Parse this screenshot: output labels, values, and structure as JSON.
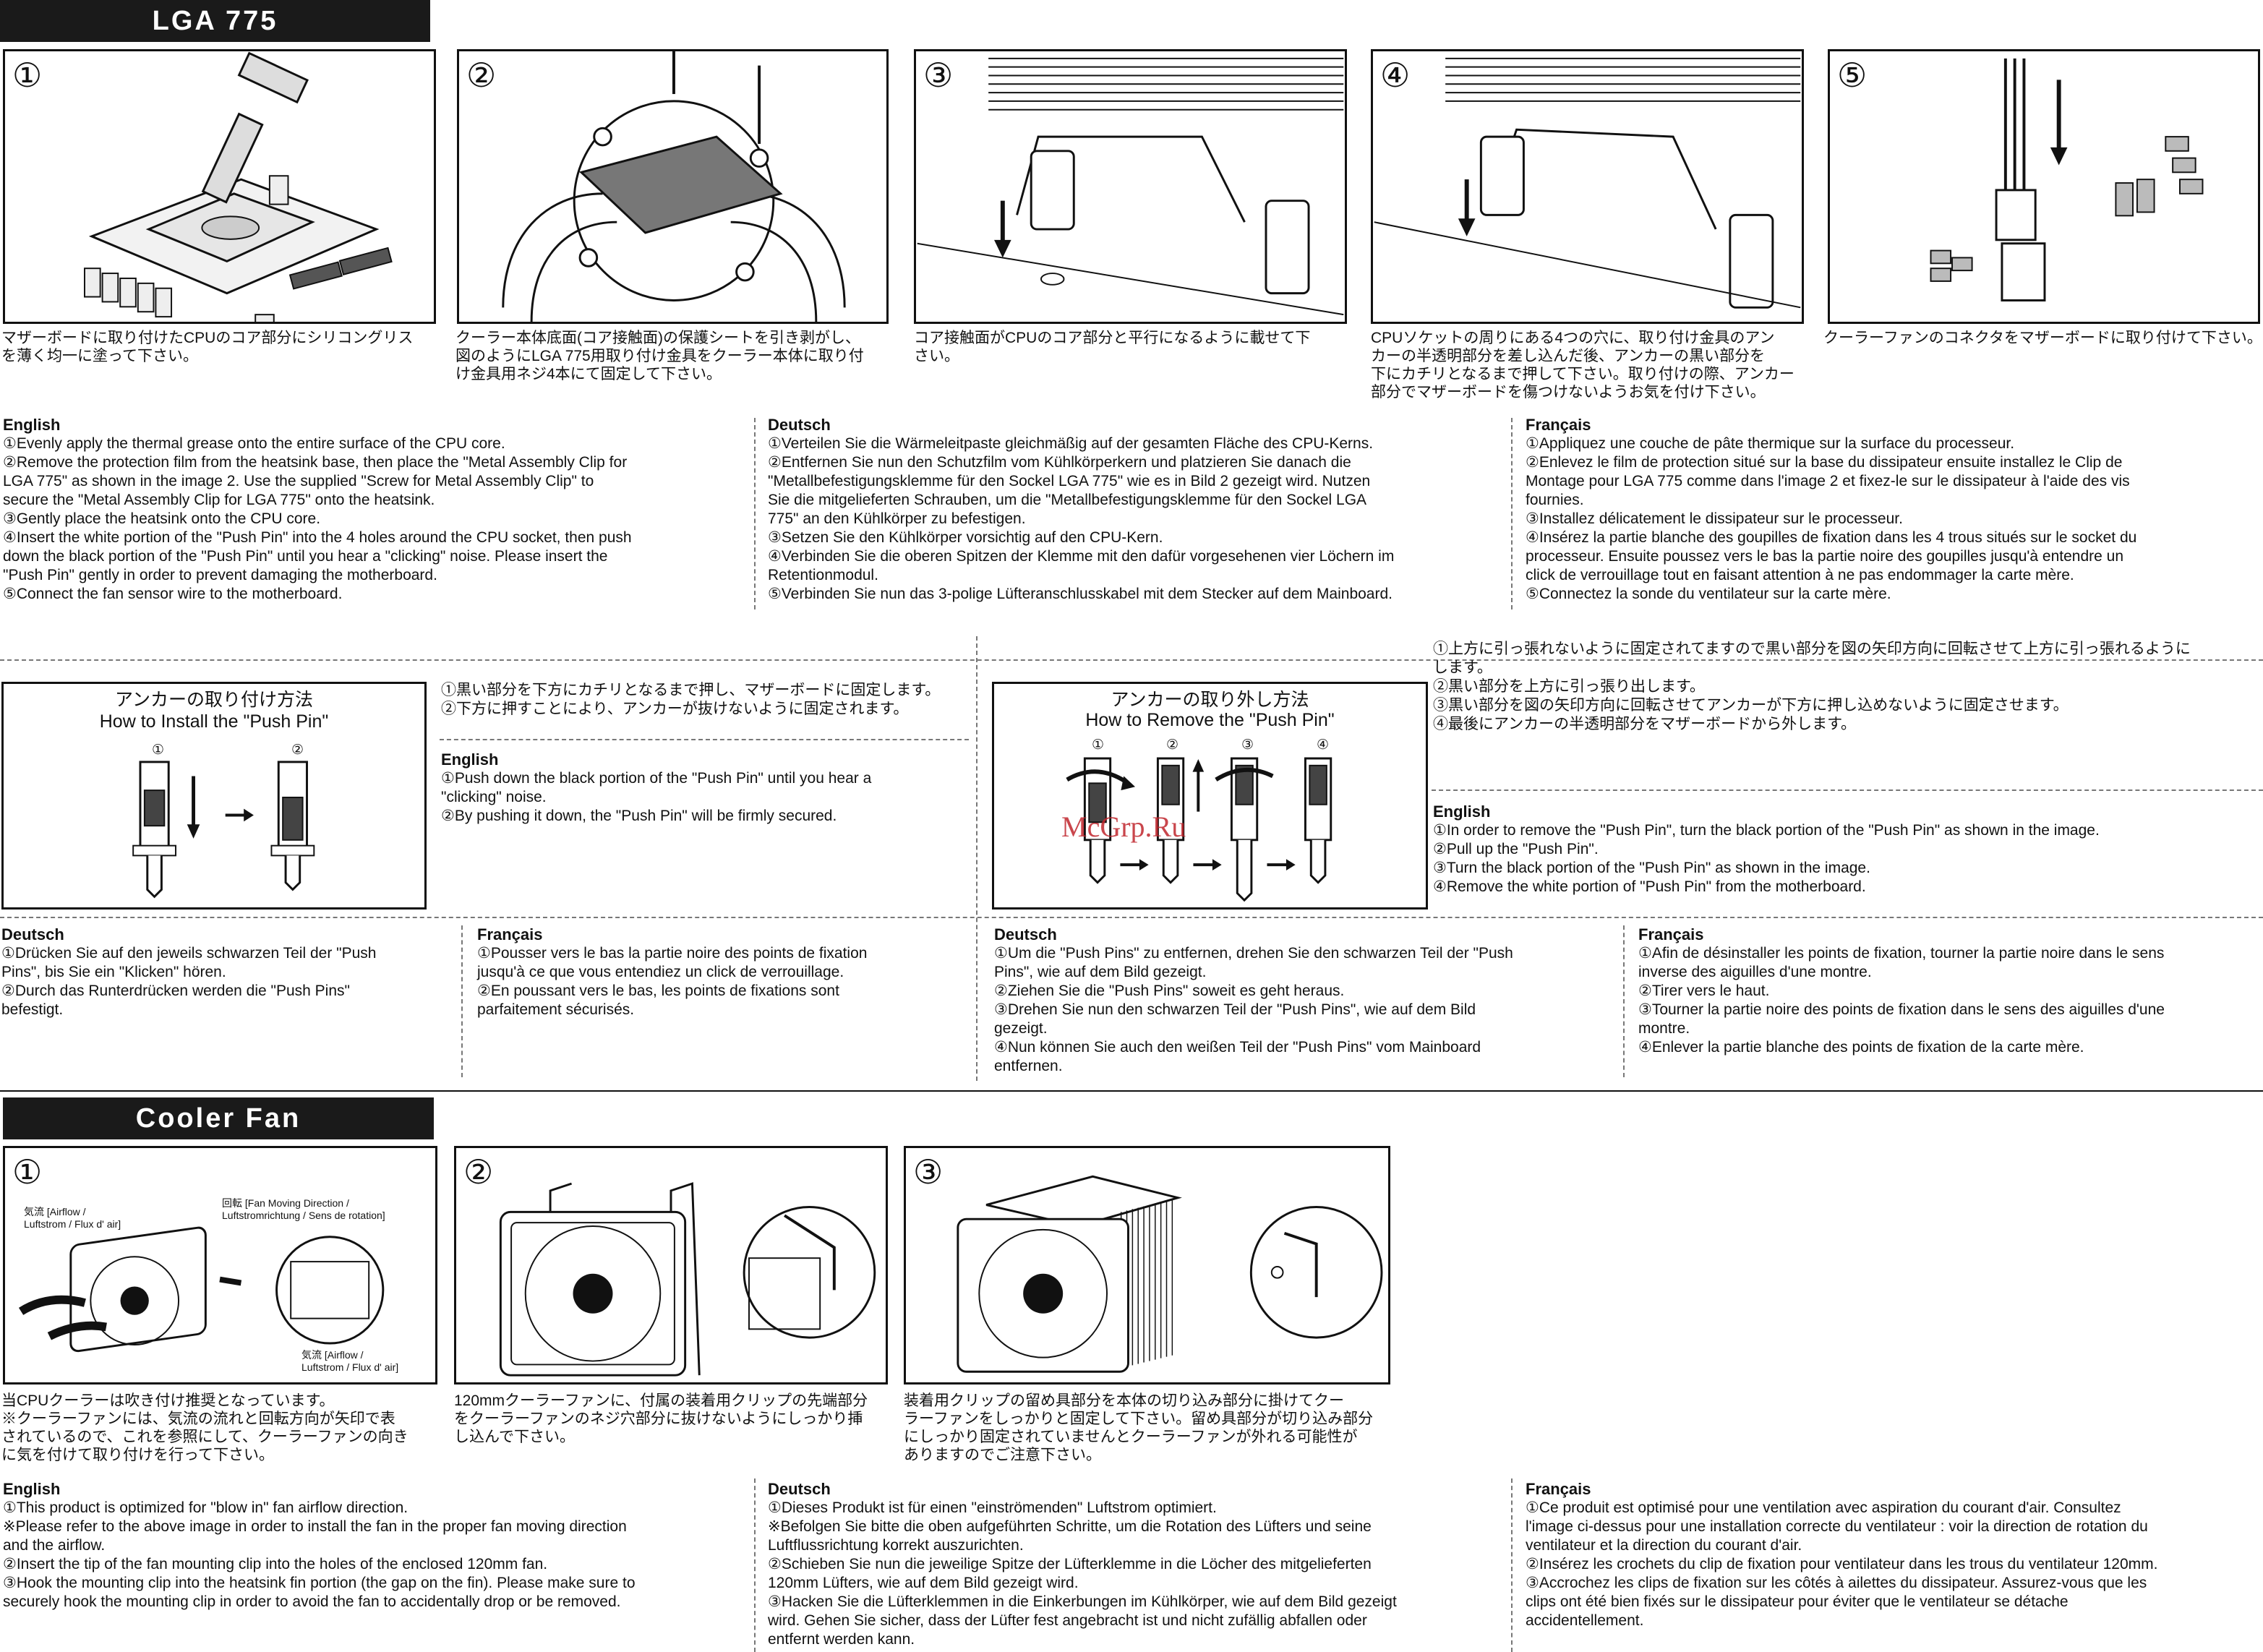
{
  "sections": {
    "lga775": "LGA 775",
    "fan": "Cooler Fan"
  },
  "step_numbers": [
    "①",
    "②",
    "③",
    "④",
    "⑤"
  ],
  "jp_captions": [
    "マザーボードに取り付けたCPUのコア部分にシリコングリス\nを薄く均一に塗って下さい。",
    "クーラー本体底面(コア接触面)の保護シートを引き剥がし、\n図のようにLGA 775用取り付け金具をクーラー本体に取り付\nけ金具用ネジ4本にて固定して下さい。",
    "コア接触面がCPUのコア部分と平行になるように載せて下\nさい。",
    "CPUソケットの周りにある4つの穴に、取り付け金具のアン\nカーの半透明部分を差し込んだ後、アンカーの黒い部分を\n下にカチリとなるまで押して下さい。取り付けの際、アンカー\n部分でマザーボードを傷つけないようお気を付け下さい。",
    "クーラーファンのコネクタをマザーボードに取り付けて下さい。"
  ],
  "install": {
    "english": {
      "label": "English",
      "items": [
        "①Evenly apply the thermal grease onto the entire surface of the CPU core.",
        "②Remove the protection film from the heatsink base, then place the \"Metal Assembly Clip for\n   LGA 775\" as shown in the image 2. Use the supplied \"Screw for Metal Assembly Clip\" to\n   secure the \"Metal Assembly Clip for LGA 775\" onto the heatsink.",
        "③Gently place the heatsink onto the CPU core.",
        "④Insert the white portion of the \"Push Pin\" into the 4 holes around the CPU socket, then push\n   down the black portion of the \"Push Pin\" until you hear a \"clicking\" noise.  Please insert the\n   \"Push Pin\" gently in order to prevent damaging the motherboard.",
        "⑤Connect the fan sensor wire to the motherboard."
      ]
    },
    "deutsch": {
      "label": "Deutsch",
      "items": [
        "①Verteilen Sie die Wärmeleitpaste gleichmäßig auf der gesamten Fläche des CPU-Kerns.",
        "②Entfernen Sie nun den Schutzfilm vom Kühlkörperkern und platzieren Sie danach die\n   \"Metallbefestigungsklemme für den Sockel LGA 775\" wie es in Bild 2 gezeigt wird. Nutzen\n   Sie die mitgelieferten Schrauben, um die \"Metallbefestigungsklemme für den Sockel LGA\n   775\" an den Kühlkörper zu befestigen.",
        "③Setzen Sie den Kühlkörper vorsichtig auf den CPU-Kern.",
        "④Verbinden Sie die oberen Spitzen der Klemme mit den dafür vorgesehenen vier Löchern im\n   Retentionmodul.",
        "⑤Verbinden Sie nun das 3-polige Lüfteranschlusskabel mit dem Stecker auf dem Mainboard."
      ]
    },
    "francais": {
      "label": "Français",
      "items": [
        "①Appliquez une couche de pâte thermique sur la surface du processeur.",
        "②Enlevez le film de protection situé sur la base du dissipateur ensuite installez le Clip de\n   Montage pour LGA 775 comme dans l'image 2 et fixez-le sur le dissipateur à l'aide des vis\n   fournies.",
        "③Installez délicatement le dissipateur sur le processeur.",
        "④Insérez la partie blanche des goupilles de fixation dans les 4 trous situés sur le socket du\n   processeur. Ensuite poussez vers le bas la partie noire des goupilles jusqu'à entendre un\n   click de verrouillage tout en faisant attention à ne pas endommager la carte mère.",
        "⑤Connectez la sonde du ventilateur sur la carte mère."
      ]
    }
  },
  "pushpin_install": {
    "title_jp": "アンカーの取り付け方法",
    "title_en": "How to Install the \"Push Pin\"",
    "fig_labels": [
      "①",
      "②"
    ],
    "jp_items": [
      "①黒い部分を下方にカチリとなるまで押し、マザーボードに固定します。",
      "②下方に押すことにより、アンカーが抜けないように固定されます。"
    ],
    "english_label": "English",
    "english_items": [
      "①Push down the black portion of the \"Push Pin\" until you hear a\n   \"clicking\" noise.",
      "②By pushing it down, the \"Push Pin\" will be firmly secured."
    ],
    "deutsch_label": "Deutsch",
    "deutsch_items": [
      "①Drücken Sie auf den jeweils schwarzen Teil der \"Push\n   Pins\", bis Sie ein \"Klicken\" hören.",
      "②Durch das Runterdrücken werden die \"Push Pins\"\n   befestigt."
    ],
    "francais_label": "Français",
    "francais_items": [
      "①Pousser vers le bas la partie noire des points de fixation\n   jusqu'à ce que vous entendiez un click de verrouillage.",
      "②En poussant vers le bas, les points de fixations sont\n   parfaitement sécurisés."
    ]
  },
  "pushpin_remove": {
    "title_jp": "アンカーの取り外し方法",
    "title_en": "How to Remove the \"Push Pin\"",
    "fig_labels": [
      "①",
      "②",
      "③",
      "④"
    ],
    "watermark": "McGrp.Ru",
    "jp_items": [
      "①上方に引っ張れないように固定されてますので黒い部分を図の矢印方向に回転させて上方に引っ張れるように\n   します。",
      "②黒い部分を上方に引っ張り出します。",
      "③黒い部分を図の矢印方向に回転させてアンカーが下方に押し込めないように固定させます。",
      "④最後にアンカーの半透明部分をマザーボードから外します。"
    ],
    "english_label": "English",
    "english_items": [
      "①In order to remove the \"Push Pin\", turn the black portion of the \"Push Pin\" as shown in the image.",
      "②Pull up the \"Push Pin\".",
      "③Turn the black portion of the \"Push Pin\" as shown in the image.",
      "④Remove the white portion of \"Push Pin\" from the motherboard."
    ],
    "deutsch_label": "Deutsch",
    "deutsch_items": [
      "①Um die \"Push Pins\" zu entfernen, drehen Sie den schwarzen Teil der \"Push\n   Pins\", wie auf dem Bild gezeigt.",
      "②Ziehen Sie die \"Push Pins\" soweit es geht heraus.",
      "③Drehen Sie nun den schwarzen Teil der \"Push Pins\", wie auf dem Bild\n   gezeigt.",
      "④Nun können Sie auch den weißen Teil der \"Push Pins\" vom Mainboard\n   entfernen."
    ],
    "francais_label": "Français",
    "francais_items": [
      "①Afin de désinstaller les points de fixation, tourner la partie noire dans le sens\n   inverse des aiguilles d'une montre.",
      "②Tirer vers le haut.",
      "③Tourner la partie noire des points de fixation dans le sens des aiguilles d'une\n   montre.",
      "④Enlever la partie blanche des points de fixation de la carte mère."
    ]
  },
  "fan_fig": {
    "airflow_top": "気流 [Airflow /\n Luftstrom / Flux d' air]",
    "rotation": "回転 [Fan Moving Direction /\n Luftstromrichtung / Sens de rotation]",
    "airflow_bottom": "気流 [Airflow /\n Luftstrom / Flux d' air]"
  },
  "fan_captions": [
    "当CPUクーラーは吹き付け推奨となっています。\n※クーラーファンには、気流の流れと回転方向が矢印で表\n   されているので、これを参照にして、クーラーファンの向き\n   に気を付けて取り付けを行って下さい。",
    "120mmクーラーファンに、付属の装着用クリップの先端部分\nをクーラーファンのネジ穴部分に抜けないようにしっかり挿\nし込んで下さい。",
    "装着用クリップの留め具部分を本体の切り込み部分に掛けてクー\nラーファンをしっかりと固定して下さい。留め具部分が切り込み部分\nにしっかり固定されていませんとクーラーファンが外れる可能性が\nありますのでご注意下さい。"
  ],
  "fan_text": {
    "english": {
      "label": "English",
      "items": [
        "①This product is optimized for \"blow in\" fan airflow direction.",
        "※Please refer to the above image in order to install the fan in the proper fan moving direction\n   and the airflow.",
        "②Insert the tip of the fan mounting clip into the holes of the enclosed 120mm fan.",
        "③Hook the mounting clip into the heatsink fin portion (the gap on the fin). Please make sure to\n   securely hook the mounting clip in order to avoid the fan to accidentally drop or be removed."
      ]
    },
    "deutsch": {
      "label": "Deutsch",
      "items": [
        "①Dieses Produkt ist für einen \"einströmenden\" Luftstrom optimiert.",
        "※Befolgen Sie bitte die oben aufgeführten Schritte, um die Rotation des Lüfters und seine\n   Luftflussrichtung korrekt auszurichten.",
        "②Schieben Sie nun die jeweilige Spitze der Lüfterklemme in die Löcher des mitgelieferten\n   120mm Lüfters, wie auf dem Bild gezeigt wird.",
        "③Hacken Sie die Lüfterklemmen in die Einkerbungen im Kühlkörper, wie auf dem Bild gezeigt\n   wird. Gehen Sie sicher, dass der Lüfter fest angebracht ist und nicht zufällig abfallen oder\n   entfernt werden kann."
      ]
    },
    "francais": {
      "label": "Français",
      "items": [
        "①Ce produit est optimisé pour une ventilation avec aspiration du courant d'air. Consultez\n   l'image ci-dessus pour une installation correcte du ventilateur : voir la direction de rotation du\n   ventilateur et la direction du courant d'air.",
        "②Insérez les crochets du clip de fixation pour ventilateur  dans les trous du ventilateur 120mm.",
        "③Accrochez les clips de fixation sur les côtés à ailettes du dissipateur. Assurez-vous que les\n   clips ont été bien fixés sur le dissipateur pour éviter que le ventilateur se détache\n   accidentellement."
      ]
    }
  }
}
